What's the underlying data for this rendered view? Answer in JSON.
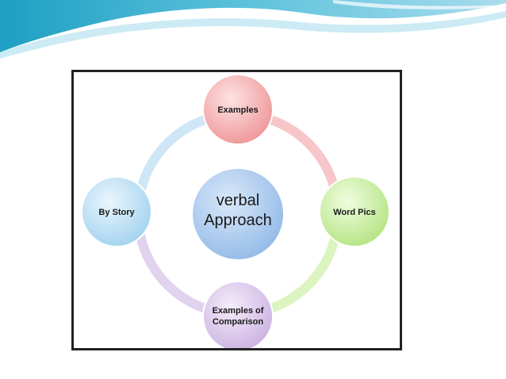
{
  "diagram": {
    "center": {
      "lines": [
        "verbal",
        "Approach"
      ],
      "color": "#9fc3ec"
    },
    "nodes": [
      {
        "id": "examples",
        "lines": [
          "Examples"
        ],
        "color": "#f2a6a6"
      },
      {
        "id": "word-pics",
        "lines": [
          "Word Pics"
        ],
        "color": "#c7ee9e"
      },
      {
        "id": "examples-of-comparison",
        "lines": [
          "Examples of",
          "Comparison"
        ],
        "color": "#d8c4ea"
      },
      {
        "id": "by-story",
        "lines": [
          "By Story"
        ],
        "color": "#b9def5"
      }
    ],
    "ring_arcs": [
      {
        "from": "examples",
        "to": "word-pics",
        "color": "#f6c6c9"
      },
      {
        "from": "word-pics",
        "to": "examples-of-comparison",
        "color": "#dcf4bf"
      },
      {
        "from": "examples-of-comparison",
        "to": "by-story",
        "color": "#e1d2ee"
      },
      {
        "from": "by-story",
        "to": "examples",
        "color": "#cfe6f7"
      }
    ]
  },
  "theme": {
    "wave_dark": "#29a6c8",
    "wave_light": "#bfe6f2"
  }
}
